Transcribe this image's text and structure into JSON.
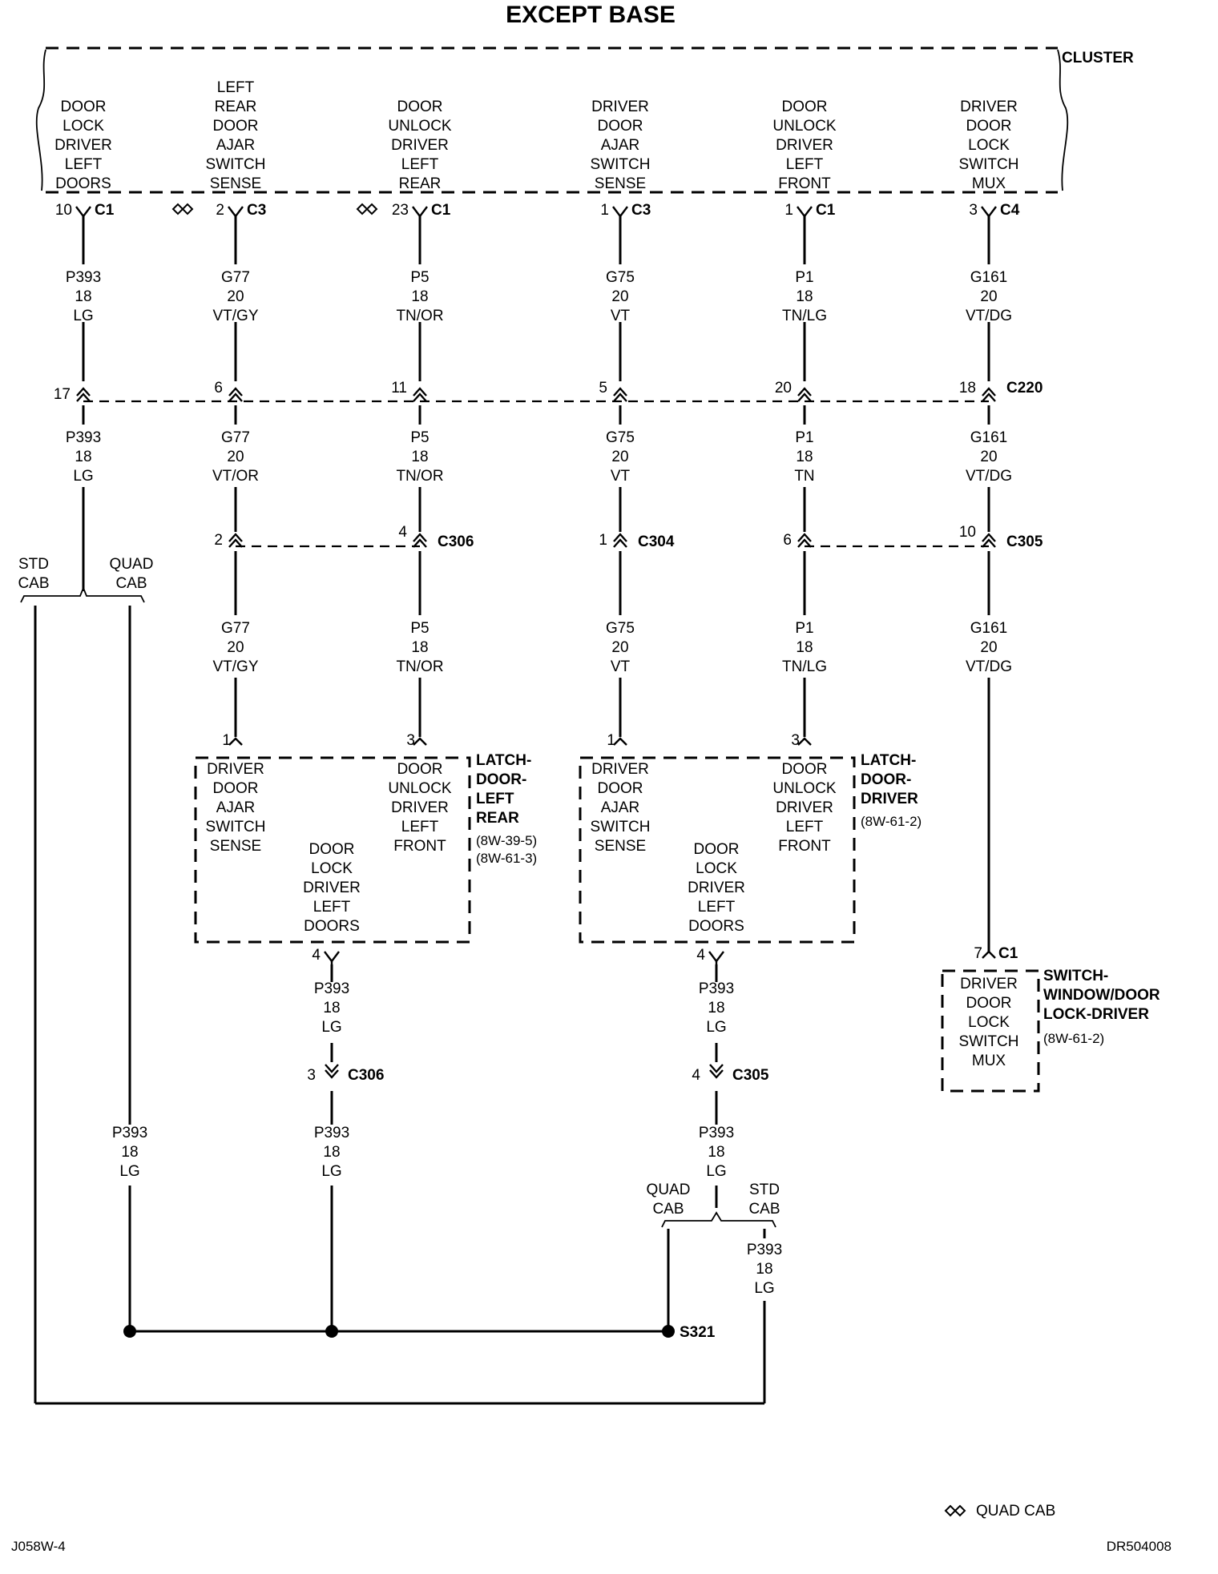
{
  "title": "EXCEPT BASE",
  "cluster": {
    "name": "CLUSTER",
    "columns": [
      {
        "lines": [
          "DOOR",
          "LOCK",
          "DRIVER",
          "LEFT",
          "DOORS"
        ],
        "pin": "10",
        "conn": "C1",
        "quad": false
      },
      {
        "lines": [
          "LEFT",
          "REAR",
          "DOOR",
          "AJAR",
          "SWITCH",
          "SENSE"
        ],
        "pin": "2",
        "conn": "C3",
        "quad": true
      },
      {
        "lines": [
          "DOOR",
          "UNLOCK",
          "DRIVER",
          "LEFT",
          "REAR"
        ],
        "pin": "23",
        "conn": "C1",
        "quad": true
      },
      {
        "lines": [
          "DRIVER",
          "DOOR",
          "AJAR",
          "SWITCH",
          "SENSE"
        ],
        "pin": "1",
        "conn": "C3",
        "quad": false
      },
      {
        "lines": [
          "DOOR",
          "UNLOCK",
          "DRIVER",
          "LEFT",
          "FRONT"
        ],
        "pin": "1",
        "conn": "C1",
        "quad": false
      },
      {
        "lines": [
          "DRIVER",
          "DOOR",
          "LOCK",
          "SWITCH",
          "MUX"
        ],
        "pin": "3",
        "conn": "C4",
        "quad": false
      }
    ]
  },
  "wires_upper": [
    [
      "P393",
      "18",
      "LG"
    ],
    [
      "G77",
      "20",
      "VT/GY"
    ],
    [
      "P5",
      "18",
      "TN/OR"
    ],
    [
      "G75",
      "20",
      "VT"
    ],
    [
      "P1",
      "18",
      "TN/LG"
    ],
    [
      "G161",
      "20",
      "VT/DG"
    ]
  ],
  "c220": {
    "name": "C220",
    "pins": [
      "17",
      "6",
      "11",
      "5",
      "20",
      "18"
    ]
  },
  "wires_mid": [
    [
      "P393",
      "18",
      "LG"
    ],
    [
      "G77",
      "20",
      "VT/OR"
    ],
    [
      "P5",
      "18",
      "TN/OR"
    ],
    [
      "G75",
      "20",
      "VT"
    ],
    [
      "P1",
      "18",
      "TN"
    ],
    [
      "G161",
      "20",
      "VT/DG"
    ]
  ],
  "c306": {
    "name": "C306",
    "pins": [
      "2",
      "4"
    ]
  },
  "c304": {
    "name": "C304",
    "pin": "1"
  },
  "c305": {
    "name": "C305",
    "pins": [
      "6",
      "10"
    ]
  },
  "wires_lower": [
    [
      "G77",
      "20",
      "VT/GY"
    ],
    [
      "P5",
      "18",
      "TN/OR"
    ],
    [
      "G75",
      "20",
      "VT"
    ],
    [
      "P1",
      "18",
      "TN/LG"
    ],
    [
      "G161",
      "20",
      "VT/DG"
    ]
  ],
  "cab_split_left": {
    "std": [
      "STD",
      "CAB"
    ],
    "quad": [
      "QUAD",
      "CAB"
    ]
  },
  "latch_left_rear": {
    "name_lines": [
      "LATCH-",
      "DOOR-",
      "LEFT",
      "REAR"
    ],
    "refs": [
      "(8W-39-5)",
      "(8W-61-3)"
    ],
    "pin_in1": "1",
    "pin_in3": "3",
    "pin_out": "4",
    "func1": [
      "DRIVER",
      "DOOR",
      "AJAR",
      "SWITCH",
      "SENSE"
    ],
    "func3": [
      "DOOR",
      "UNLOCK",
      "DRIVER",
      "LEFT",
      "FRONT"
    ],
    "func4": [
      "DOOR",
      "LOCK",
      "DRIVER",
      "LEFT",
      "DOORS"
    ]
  },
  "latch_driver": {
    "name_lines": [
      "LATCH-",
      "DOOR-",
      "DRIVER"
    ],
    "refs": [
      "(8W-61-2)"
    ],
    "pin_in1": "1",
    "pin_in3": "3",
    "pin_out": "4",
    "func1": [
      "DRIVER",
      "DOOR",
      "AJAR",
      "SWITCH",
      "SENSE"
    ],
    "func3": [
      "DOOR",
      "UNLOCK",
      "DRIVER",
      "LEFT",
      "FRONT"
    ],
    "func4": [
      "DOOR",
      "LOCK",
      "DRIVER",
      "LEFT",
      "DOORS"
    ]
  },
  "switch_window": {
    "name_lines": [
      "SWITCH-",
      "WINDOW/DOOR",
      "LOCK-DRIVER"
    ],
    "refs": [
      "(8W-61-2)"
    ],
    "pin": "7",
    "conn": "C1",
    "func": [
      "DRIVER",
      "DOOR",
      "LOCK",
      "SWITCH",
      "MUX"
    ]
  },
  "wire_latch_out": [
    "P393",
    "18",
    "LG"
  ],
  "c306_lower": {
    "name": "C306",
    "pin": "3"
  },
  "c305_lower": {
    "name": "C305",
    "pin": "4"
  },
  "wire_bottom_left": [
    "P393",
    "18",
    "LG"
  ],
  "wire_bottom_mid": [
    "P393",
    "18",
    "LG"
  ],
  "wire_bottom_right": [
    "P393",
    "18",
    "LG"
  ],
  "cab_split_right": {
    "quad": [
      "QUAD",
      "CAB"
    ],
    "std": [
      "STD",
      "CAB"
    ]
  },
  "wire_std_right": [
    "P393",
    "18",
    "LG"
  ],
  "splice": "S321",
  "legend": "QUAD CAB",
  "footer_left": "J058W-4",
  "footer_right": "DR504008"
}
